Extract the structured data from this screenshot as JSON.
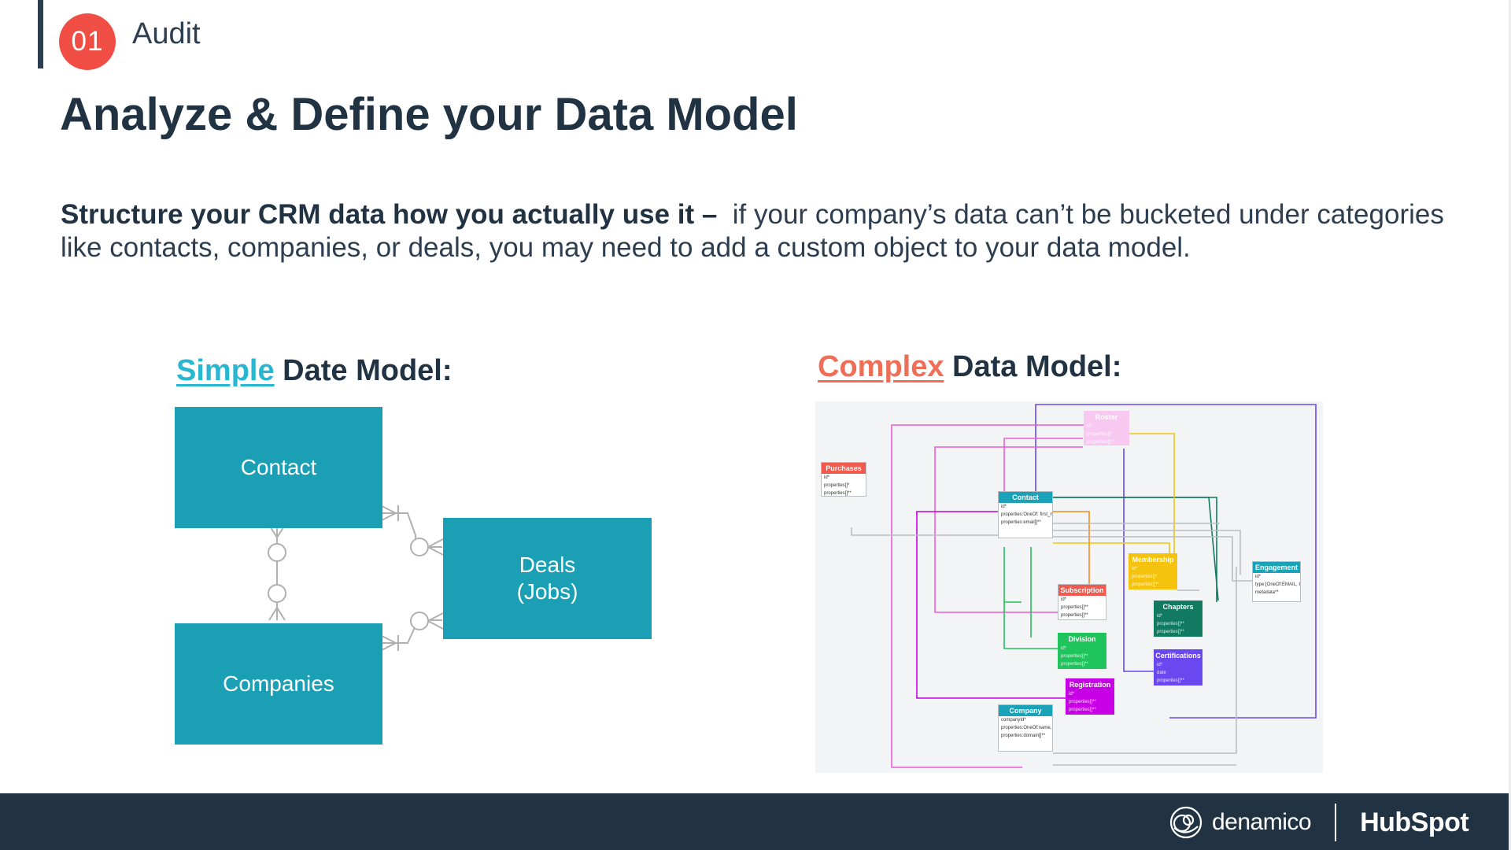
{
  "header": {
    "step_number": "01",
    "section_label": "Audit"
  },
  "title": "Analyze & Define your Data Model",
  "intro": {
    "bold": "Structure your CRM data how you actually use it –",
    "text": "if your company’s data can’t be bucketed under categories like contacts, companies, or deals, you may need to add a custom object to your data model."
  },
  "simple": {
    "heading_keyword": "Simple",
    "heading_rest": "Date Model:",
    "entities": {
      "contact": "Contact",
      "companies": "Companies",
      "deals_line1": "Deals",
      "deals_line2": "(Jobs)"
    }
  },
  "complex": {
    "heading_keyword": "Complex",
    "heading_rest": "Data Model:",
    "entities": {
      "roster": {
        "title": "Roster",
        "rows": [
          "id*",
          "properties[]*",
          "properties[]**"
        ]
      },
      "purchases": {
        "title": "Purchases",
        "rows": [
          "id*",
          "properties[]*",
          "properties[]**"
        ]
      },
      "contact": {
        "title": "Contact",
        "rows": [
          "id*",
          "properties:OneOf: first_name, last_name, email[]**",
          "properties:email[]**"
        ]
      },
      "membership": {
        "title": "Membership",
        "rows": [
          "id*",
          "properties[]*",
          "properties[]**"
        ]
      },
      "engagement": {
        "title": "Engagement",
        "rows": [
          "id*",
          "type:[OneOf:EMAIL, CALL,TASK,MEETING ,NOTE]**",
          "metadata**"
        ]
      },
      "subscription": {
        "title": "Subscription",
        "rows": [
          "id*",
          "properties[]**",
          "properties[]**"
        ]
      },
      "chapters": {
        "title": "Chapters",
        "rows": [
          "id*",
          "properties[]**",
          "properties[]**"
        ]
      },
      "division": {
        "title": "Division",
        "rows": [
          "id*",
          "properties[]**",
          "properties[]**"
        ]
      },
      "certifications": {
        "title": "Certifications",
        "rows": [
          "id*",
          "date",
          "properties[]**"
        ]
      },
      "registration": {
        "title": "Registration",
        "rows": [
          "id*",
          "properties[]**",
          "properties[]**"
        ]
      },
      "company": {
        "title": "Company",
        "rows": [
          "companyId*",
          "properties:OneOf:name, domain[]**",
          "properties:domain[]**"
        ]
      }
    }
  },
  "footer": {
    "brand_left": "denamico",
    "brand_right": "HubSpot"
  },
  "colors": {
    "accent_red": "#f04e45",
    "navy": "#213343",
    "teal_box": "#1a9fb5",
    "simple_link": "#29b6d1",
    "complex_link": "#ef6e57",
    "roster": "#f7c9f0",
    "purchases": "#f25a4e",
    "contact": "#1aa3b8",
    "membership": "#f5c30e",
    "engagement": "#1aa3b8",
    "subscription": "#f25a4e",
    "chapters": "#117a61",
    "division": "#1fc45c",
    "certifications": "#6a48f0",
    "registration": "#c800e6",
    "company": "#1aa3b8"
  }
}
